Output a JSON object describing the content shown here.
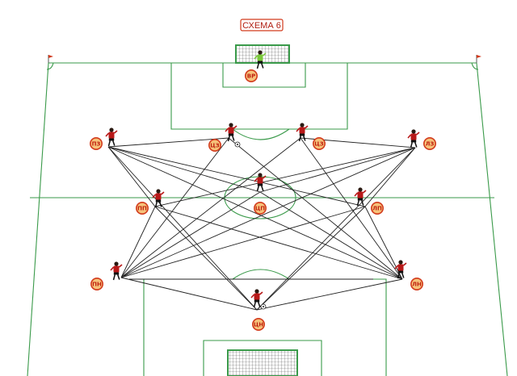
{
  "title": "СХЕМА 6",
  "colors": {
    "field_line": "#3a9a4a",
    "pass_line": "#222222",
    "label_ring": "#d23a1c",
    "label_fill": "#f6c27a",
    "label_text": "#c02010",
    "player_shirt": "#b81818",
    "keeper_shirt": "#7ac83a"
  },
  "players": [
    {
      "id": "vr",
      "code": "ВР",
      "role": "goalkeeper"
    },
    {
      "id": "lz",
      "code": "ЛЗ",
      "role": "field"
    },
    {
      "id": "czl",
      "code": "ЦЗ",
      "role": "field"
    },
    {
      "id": "czr",
      "code": "ЦЗ",
      "role": "field"
    },
    {
      "id": "pz",
      "code": "ПЗ",
      "role": "field"
    },
    {
      "id": "lp",
      "code": "ЛП",
      "role": "field"
    },
    {
      "id": "cp",
      "code": "ЦП",
      "role": "field"
    },
    {
      "id": "pp",
      "code": "ПП",
      "role": "field"
    },
    {
      "id": "pn",
      "code": "ПН",
      "role": "field"
    },
    {
      "id": "cn",
      "code": "ЦН",
      "role": "field"
    },
    {
      "id": "ln",
      "code": "ЛН",
      "role": "field"
    }
  ],
  "passes": [
    [
      "pz",
      "czl"
    ],
    [
      "czr",
      "lz"
    ],
    [
      "pz",
      "pp"
    ],
    [
      "pz",
      "cp"
    ],
    [
      "pz",
      "lp"
    ],
    [
      "pz",
      "cn"
    ],
    [
      "pz",
      "ln"
    ],
    [
      "lz",
      "lp"
    ],
    [
      "lz",
      "cp"
    ],
    [
      "lz",
      "pp"
    ],
    [
      "lz",
      "cn"
    ],
    [
      "lz",
      "pn"
    ],
    [
      "czl",
      "pn"
    ],
    [
      "czl",
      "ln"
    ],
    [
      "czr",
      "pn"
    ],
    [
      "czr",
      "ln"
    ],
    [
      "pp",
      "pn"
    ],
    [
      "pp",
      "cn"
    ],
    [
      "pp",
      "ln"
    ],
    [
      "lp",
      "ln"
    ],
    [
      "lp",
      "cn"
    ],
    [
      "lp",
      "pn"
    ],
    [
      "cp",
      "pn"
    ],
    [
      "cp",
      "ln"
    ],
    [
      "pn",
      "cn"
    ],
    [
      "ln",
      "cn"
    ],
    [
      "pn",
      "ln"
    ]
  ]
}
